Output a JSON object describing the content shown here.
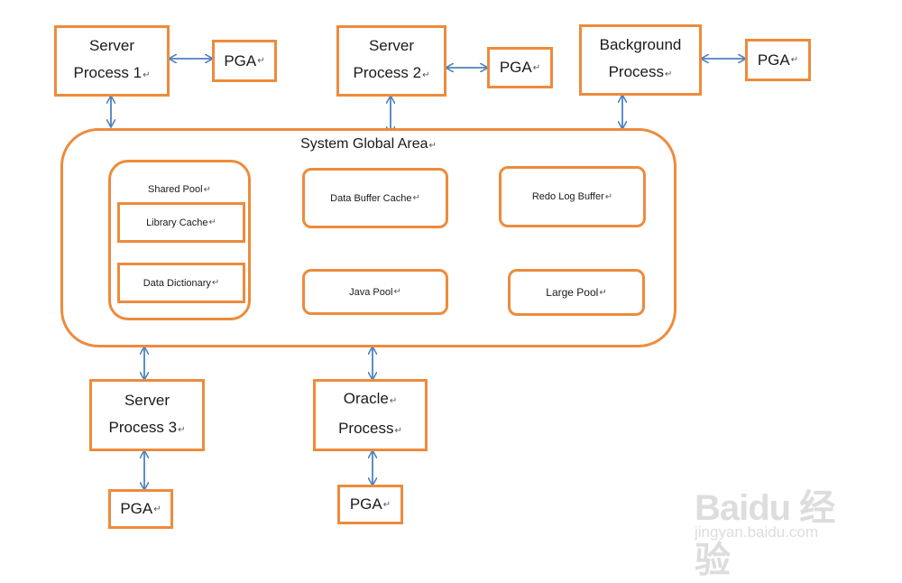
{
  "nodes": {
    "server_process_1": {
      "line1": "Server",
      "line2": "Process 1"
    },
    "pga_1": {
      "label": "PGA"
    },
    "server_process_2": {
      "line1": "Server",
      "line2": "Process 2"
    },
    "pga_2": {
      "label": "PGA"
    },
    "background_process": {
      "line1": "Background",
      "line2": "Process"
    },
    "pga_3": {
      "label": "PGA"
    },
    "sga": {
      "title": "System Global Area"
    },
    "shared_pool": {
      "title": "Shared Pool"
    },
    "library_cache": {
      "label": "Library Cache"
    },
    "data_dictionary": {
      "label": "Data Dictionary"
    },
    "data_buffer_cache": {
      "label": "Data Buffer Cache"
    },
    "redo_log_buffer": {
      "label": "Redo Log Buffer"
    },
    "java_pool": {
      "label": "Java Pool"
    },
    "large_pool": {
      "label": "Large Pool"
    },
    "server_process_3": {
      "line1": "Server",
      "line2": "Process 3"
    },
    "pga_4": {
      "label": "PGA"
    },
    "oracle_process": {
      "line1": "Oracle",
      "line2": "Process"
    },
    "pga_5": {
      "label": "PGA"
    }
  },
  "paragraph_mark": "↵",
  "watermark": {
    "main": "Baidu 经验",
    "sub": "jingyan.baidu.com"
  },
  "colors": {
    "box_border": "#ed8b3c",
    "arrow": "#4f81bd"
  }
}
